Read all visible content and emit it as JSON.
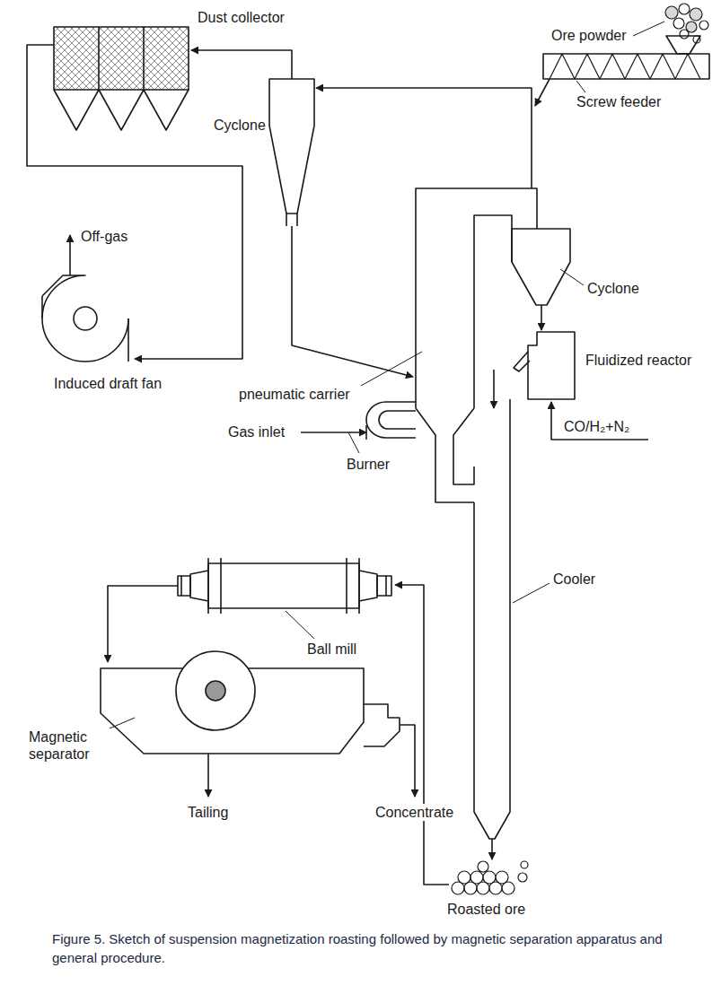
{
  "diagram": {
    "caption": "Figure 5. Sketch of suspension magnetization roasting followed by magnetic separation apparatus and general procedure.",
    "labels": [
      "Dust collector",
      "Ore powder",
      "Cyclone",
      "Screw feeder",
      "Cyclone",
      "Off-gas",
      "Fluidized reactor",
      "Induced draft fan",
      "pneumatic carrier",
      "Gas inlet",
      "CO/H₂+N₂",
      "Burner",
      "Cooler",
      "Ball mill",
      "Roasted ore",
      "Magnetic separator",
      "Tailing",
      "Concentrate"
    ]
  }
}
